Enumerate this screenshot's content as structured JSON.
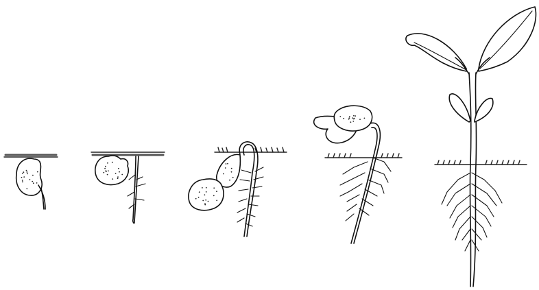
{
  "diagram": {
    "stages": [
      {
        "id": "stage-1",
        "name": "seed-with-radicle"
      },
      {
        "id": "stage-2",
        "name": "primary-root-emerging"
      },
      {
        "id": "stage-3",
        "name": "hypocotyl-hook"
      },
      {
        "id": "stage-4",
        "name": "cotyledons-above-soil"
      },
      {
        "id": "stage-5",
        "name": "seedling-with-leaves"
      }
    ],
    "colors": {
      "ink": "#111111",
      "background": "#ffffff",
      "soil_shade": "#555555"
    }
  }
}
